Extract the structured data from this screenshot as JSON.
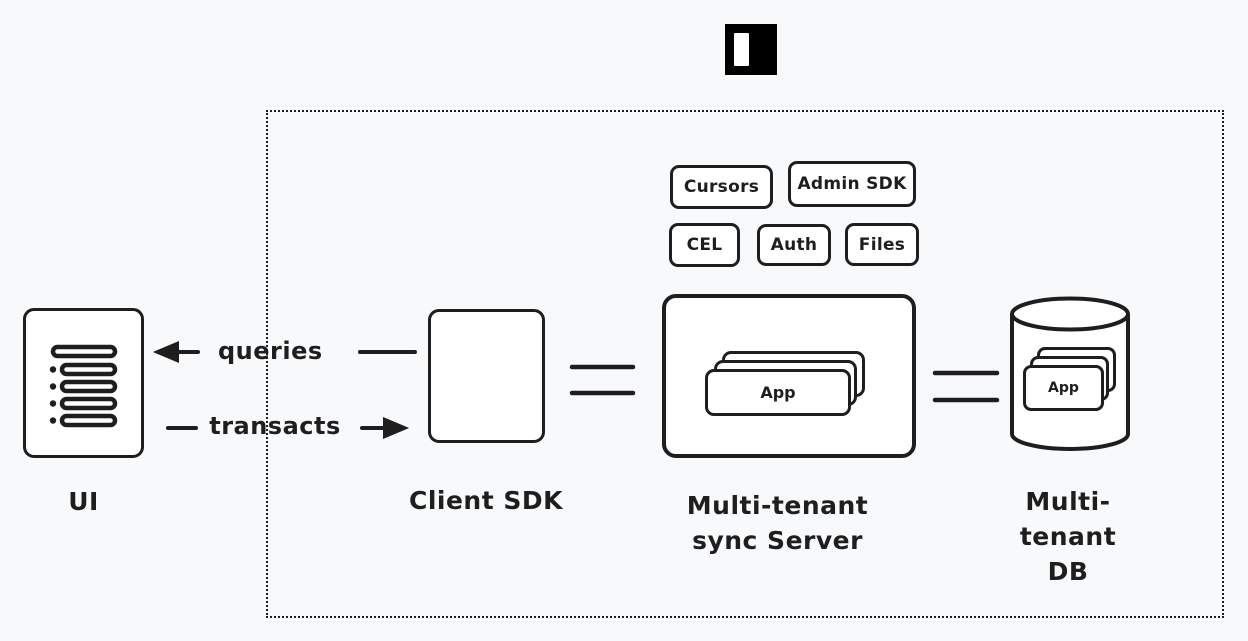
{
  "colors": {
    "background": "#f8f9fb",
    "ink": "#1e1e1e",
    "surface": "#ffffff"
  },
  "logo": {
    "icon": "instant-logo"
  },
  "edges": {
    "queries": "queries",
    "transacts": "transacts"
  },
  "nodes": {
    "ui": {
      "label": "UI",
      "icon": "list-icon"
    },
    "client_sdk": {
      "label": "Client SDK"
    },
    "sync_server": {
      "label": [
        "Multi-tenant",
        "sync Server"
      ],
      "card": "App"
    },
    "db": {
      "label": [
        "Multi-tenant",
        "DB"
      ],
      "card": "App",
      "icon": "database-cylinder-icon"
    }
  },
  "features": [
    {
      "label": "Cursors"
    },
    {
      "label": "Admin SDK"
    },
    {
      "label": "CEL"
    },
    {
      "label": "Auth"
    },
    {
      "label": "Files"
    }
  ]
}
